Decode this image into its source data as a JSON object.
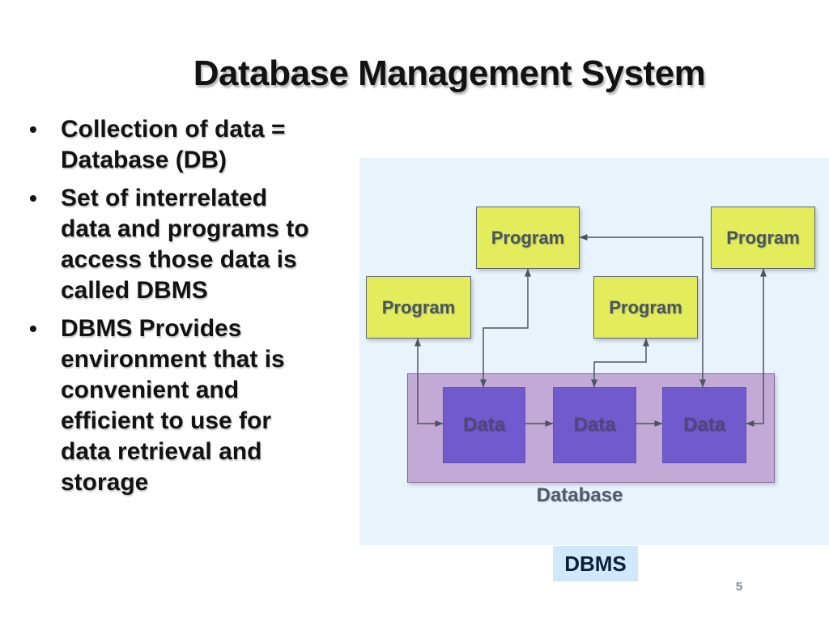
{
  "slide": {
    "title": "Database Management System",
    "bullet_char": "•",
    "bullets": [
      "Collection of data =\nDatabase (DB)",
      "Set of interrelated\ndata and programs to\naccess those data is\ncalled DBMS",
      "DBMS Provides\nenvironment that is\nconvenient and\nefficient to use for\ndata retrieval and\nstorage"
    ],
    "page_number": "5"
  },
  "diagram": {
    "program_label": "Program",
    "data_label": "Data",
    "database_label": "Database",
    "dbms_label": "DBMS",
    "program_box_count": 4,
    "data_box_count": 3,
    "colors": {
      "panel_background": "#e9f3fb",
      "program_fill": "#e3ed5b",
      "program_border": "#5d6870",
      "program_text": "#4b555f",
      "data_fill": "#7159ce",
      "data_text": "#4f4877",
      "database_container_fill": "#c3aad6",
      "database_container_border": "#7e6a96",
      "database_label_text": "#4f5b68",
      "connector_line": "#4a5561",
      "dbms_box_fill": "#cfe9fb",
      "dbms_text": "#0c1e3a",
      "title_text": "#121212",
      "page_number_text": "#858b93"
    }
  }
}
